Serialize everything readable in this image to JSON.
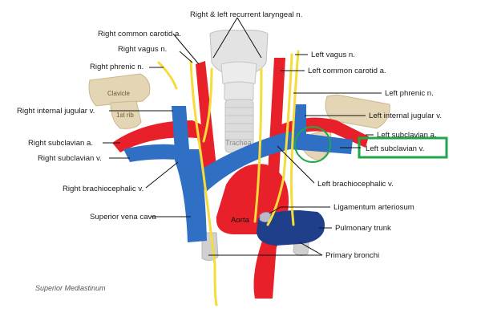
{
  "diagram": {
    "caption": "Superior Mediastinum",
    "labels": {
      "recurrent_laryngeal": "Right & left recurrent laryngeal n.",
      "right_common_carotid": "Right common carotid a.",
      "right_vagus": "Right vagus n.",
      "right_phrenic": "Right phrenic n.",
      "right_internal_jugular": "Right internal jugular v.",
      "right_subclavian_a": "Right subclavian a.",
      "right_subclavian_v": "Right subclavian v.",
      "right_brachiocephalic": "Right brachiocephalic v.",
      "superior_vena_cava": "Superior vena cava",
      "left_vagus": "Left vagus n.",
      "left_common_carotid": "Left common carotid a.",
      "left_phrenic": "Left phrenic n.",
      "left_internal_jugular": "Left internal jugular v.",
      "left_subclavian_a": "Left subclavian a.",
      "left_subclavian_v": "Left subclavian v.",
      "left_brachiocephalic": "Left brachiocephalic v.",
      "ligamentum_arteriosum": "Ligamentum arteriosum",
      "pulmonary_trunk": "Pulmonary trunk",
      "primary_bronchi": "Primary bronchi",
      "clavicle": "Clavicle",
      "first_rib": "1st rib",
      "trachea": "Trachea",
      "aorta": "Aorta"
    },
    "highlight": {
      "label": "left_subclavian_v",
      "box_color": "#1fa84a",
      "circle_color": "#1fa84a"
    },
    "colors": {
      "artery": "#e8202a",
      "vein": "#2f6fc4",
      "nerve": "#f4dc3a",
      "bone": "#e4d6b4",
      "trachea": "#d9d9d9",
      "pulmonary": "#1f3f8a"
    }
  }
}
